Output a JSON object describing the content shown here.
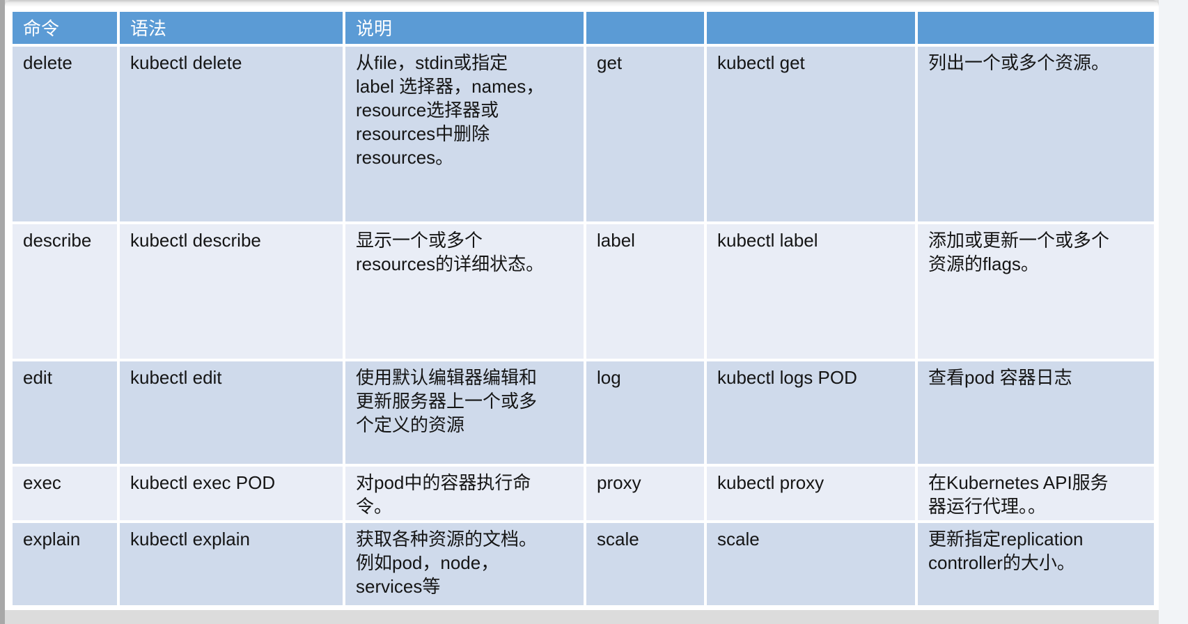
{
  "colors": {
    "header_bg": "#5b9bd5",
    "header_text": "#ffffff",
    "band_dark": "#cfdaeb",
    "band_light": "#e9edf6",
    "text": "#151515",
    "backdrop": "#dcdcdc",
    "right_panel": "#f2f4f7",
    "edge_dark": "#a8a8a8",
    "table_border": "#ffffff"
  },
  "table": {
    "headers": [
      "命令",
      "语法",
      "说明",
      "",
      "",
      ""
    ],
    "rows": [
      [
        "delete",
        "kubectl delete",
        "从file，stdin或指定\nlabel 选择器，names，\nresource选择器或\nresources中删除\nresources。",
        "get",
        "kubectl get",
        "列出一个或多个资源。"
      ],
      [
        "describe",
        "kubectl describe",
        "显示一个或多个\nresources的详细状态。",
        "label",
        "kubectl label",
        "添加或更新一个或多个\n资源的flags。"
      ],
      [
        "edit",
        "kubectl edit",
        "使用默认编辑器编辑和\n更新服务器上一个或多\n个定义的资源",
        "log",
        "kubectl logs POD",
        "查看pod 容器日志"
      ],
      [
        "exec",
        "kubectl exec POD",
        "对pod中的容器执行命\n令。",
        "proxy",
        "kubectl proxy",
        "在Kubernetes API服务\n器运行代理。。"
      ],
      [
        "explain",
        "kubectl explain",
        "获取各种资源的文档。\n例如pod，node，\nservices等",
        "scale",
        "scale",
        "更新指定replication\ncontroller的大小。"
      ]
    ]
  }
}
